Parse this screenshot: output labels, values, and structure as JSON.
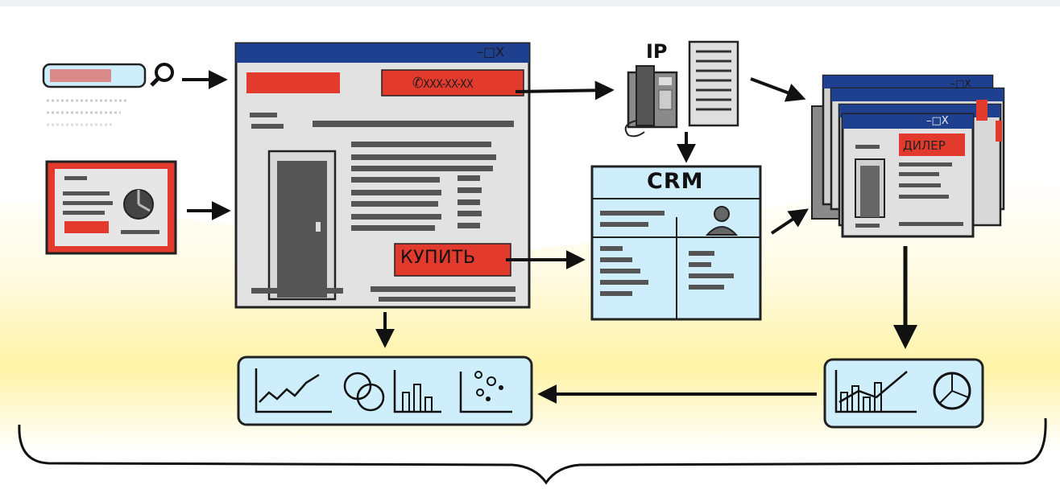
{
  "phone_button": {
    "label": "XXX-XX-XX"
  },
  "buy_button": {
    "label": "КУПИТЬ"
  },
  "ip_label": "IP",
  "crm": {
    "title": "CRM"
  },
  "dealer": {
    "label": "ДИЛЕР"
  },
  "window_controls": "–□X",
  "colors": {
    "accent_red": "#e23b2e",
    "window_titlebar": "#1f3f8f",
    "panel_blue": "#cdeefa",
    "page_gray": "#e2e2e2",
    "highlight_yellow": "#fff3a6",
    "ink": "#111111"
  },
  "icons": [
    "search-icon",
    "pie-chart-icon",
    "phone-icon",
    "server-icon",
    "door-icon",
    "avatar-icon",
    "line-chart-icon",
    "bar-chart-icon",
    "scatter-chart-icon",
    "venn-icon"
  ]
}
